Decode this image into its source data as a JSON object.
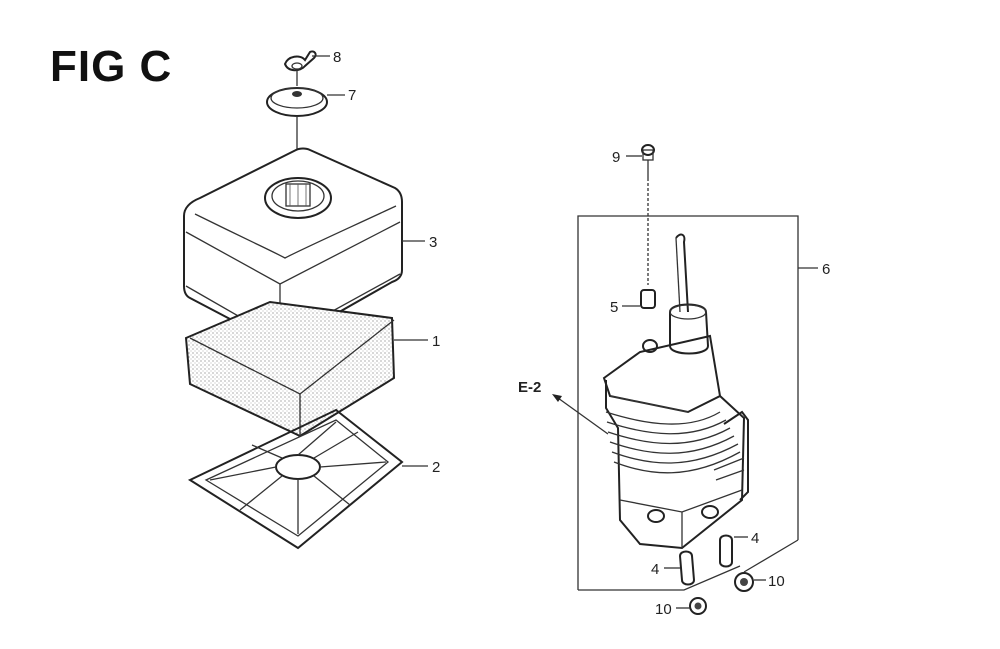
{
  "figure": {
    "title": "FIG C"
  },
  "callouts": {
    "c1": "1",
    "c2": "2",
    "c3": "3",
    "c4a": "4",
    "c4b": "4",
    "c5": "5",
    "c6": "6",
    "c7": "7",
    "c8": "8",
    "c9": "9",
    "c10a": "10",
    "c10b": "10",
    "ref": "E-2"
  }
}
